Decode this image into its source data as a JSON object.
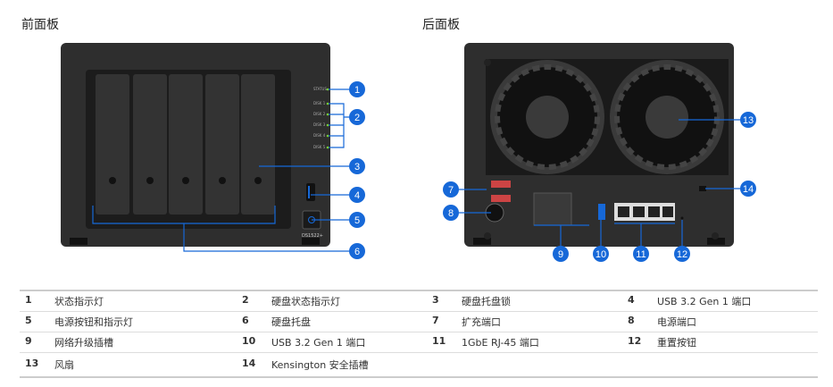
{
  "front_title": "前面板",
  "back_title": "后面板",
  "front_leds": [
    "STATUS",
    "DISK 1",
    "DISK 2",
    "DISK 3",
    "DISK 4",
    "DISK 5"
  ],
  "model": "DS1522+",
  "callouts": [
    "1",
    "2",
    "3",
    "4",
    "5",
    "6",
    "7",
    "8",
    "9",
    "10",
    "11",
    "12",
    "13",
    "14"
  ],
  "legend": [
    [
      {
        "n": "1",
        "t": "状态指示灯"
      },
      {
        "n": "2",
        "t": "硬盘状态指示灯"
      },
      {
        "n": "3",
        "t": "硬盘托盘锁"
      },
      {
        "n": "4",
        "t": "USB 3.2 Gen 1 端口"
      }
    ],
    [
      {
        "n": "5",
        "t": "电源按钮和指示灯"
      },
      {
        "n": "6",
        "t": "硬盘托盘"
      },
      {
        "n": "7",
        "t": "扩充端口"
      },
      {
        "n": "8",
        "t": "电源端口"
      }
    ],
    [
      {
        "n": "9",
        "t": "网络升级插槽"
      },
      {
        "n": "10",
        "t": "USB 3.2 Gen 1 端口"
      },
      {
        "n": "11",
        "t": "1GbE RJ-45 端口"
      },
      {
        "n": "12",
        "t": "重置按钮"
      }
    ],
    [
      {
        "n": "13",
        "t": "风扇"
      },
      {
        "n": "14",
        "t": "Kensington 安全插槽"
      }
    ]
  ],
  "colors": {
    "accent": "#1668d8",
    "body": "#2b2b2b"
  }
}
